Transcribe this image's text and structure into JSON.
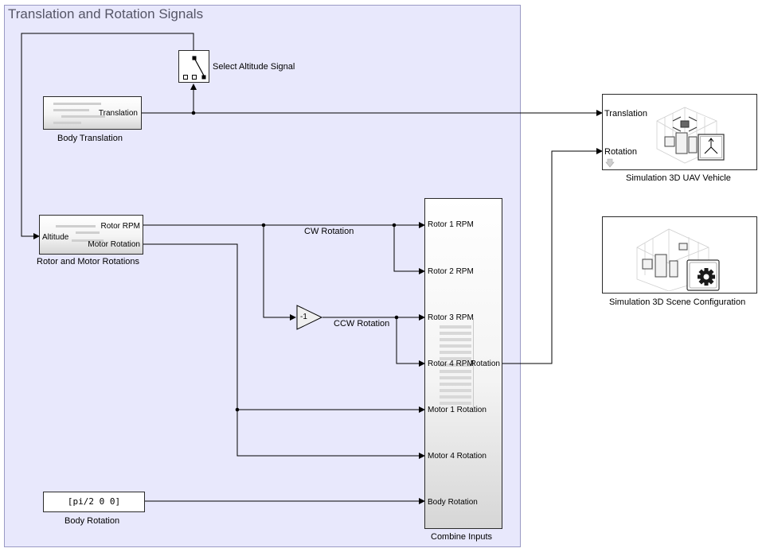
{
  "subsystem": {
    "title": "Translation and Rotation Signals"
  },
  "blocks": {
    "select_altitude": {
      "label": "Select Altitude Signal"
    },
    "body_translation": {
      "label": "Body Translation",
      "out_port": "Translation"
    },
    "rotor_motor": {
      "label": "Rotor and Motor Rotations",
      "in_port": "Altitude",
      "out_port_1": "Rotor RPM",
      "out_port_2": "Motor Rotation"
    },
    "gain": {
      "value": "-1"
    },
    "combine_inputs": {
      "label": "Combine Inputs",
      "in_ports": [
        "Rotor 1 RPM",
        "Rotor 2 RPM",
        "Rotor 3 RPM",
        "Rotor 4 RPM",
        "Motor 1 Rotation",
        "Motor 4 Rotation",
        "Body Rotation"
      ],
      "out_port": "Rotation"
    },
    "body_rotation": {
      "label": "Body Rotation",
      "value": "[pi/2 0 0]"
    },
    "uav_vehicle": {
      "label": "Simulation 3D UAV Vehicle",
      "in_port_1": "Translation",
      "in_port_2": "Rotation"
    },
    "scene_config": {
      "label": "Simulation 3D Scene Configuration"
    }
  },
  "signals": {
    "cw": "CW Rotation",
    "ccw": "CCW Rotation"
  },
  "colors": {
    "area_fill": "#e8e8fc",
    "area_border": "#9a9ac4",
    "wire": "#000000"
  }
}
